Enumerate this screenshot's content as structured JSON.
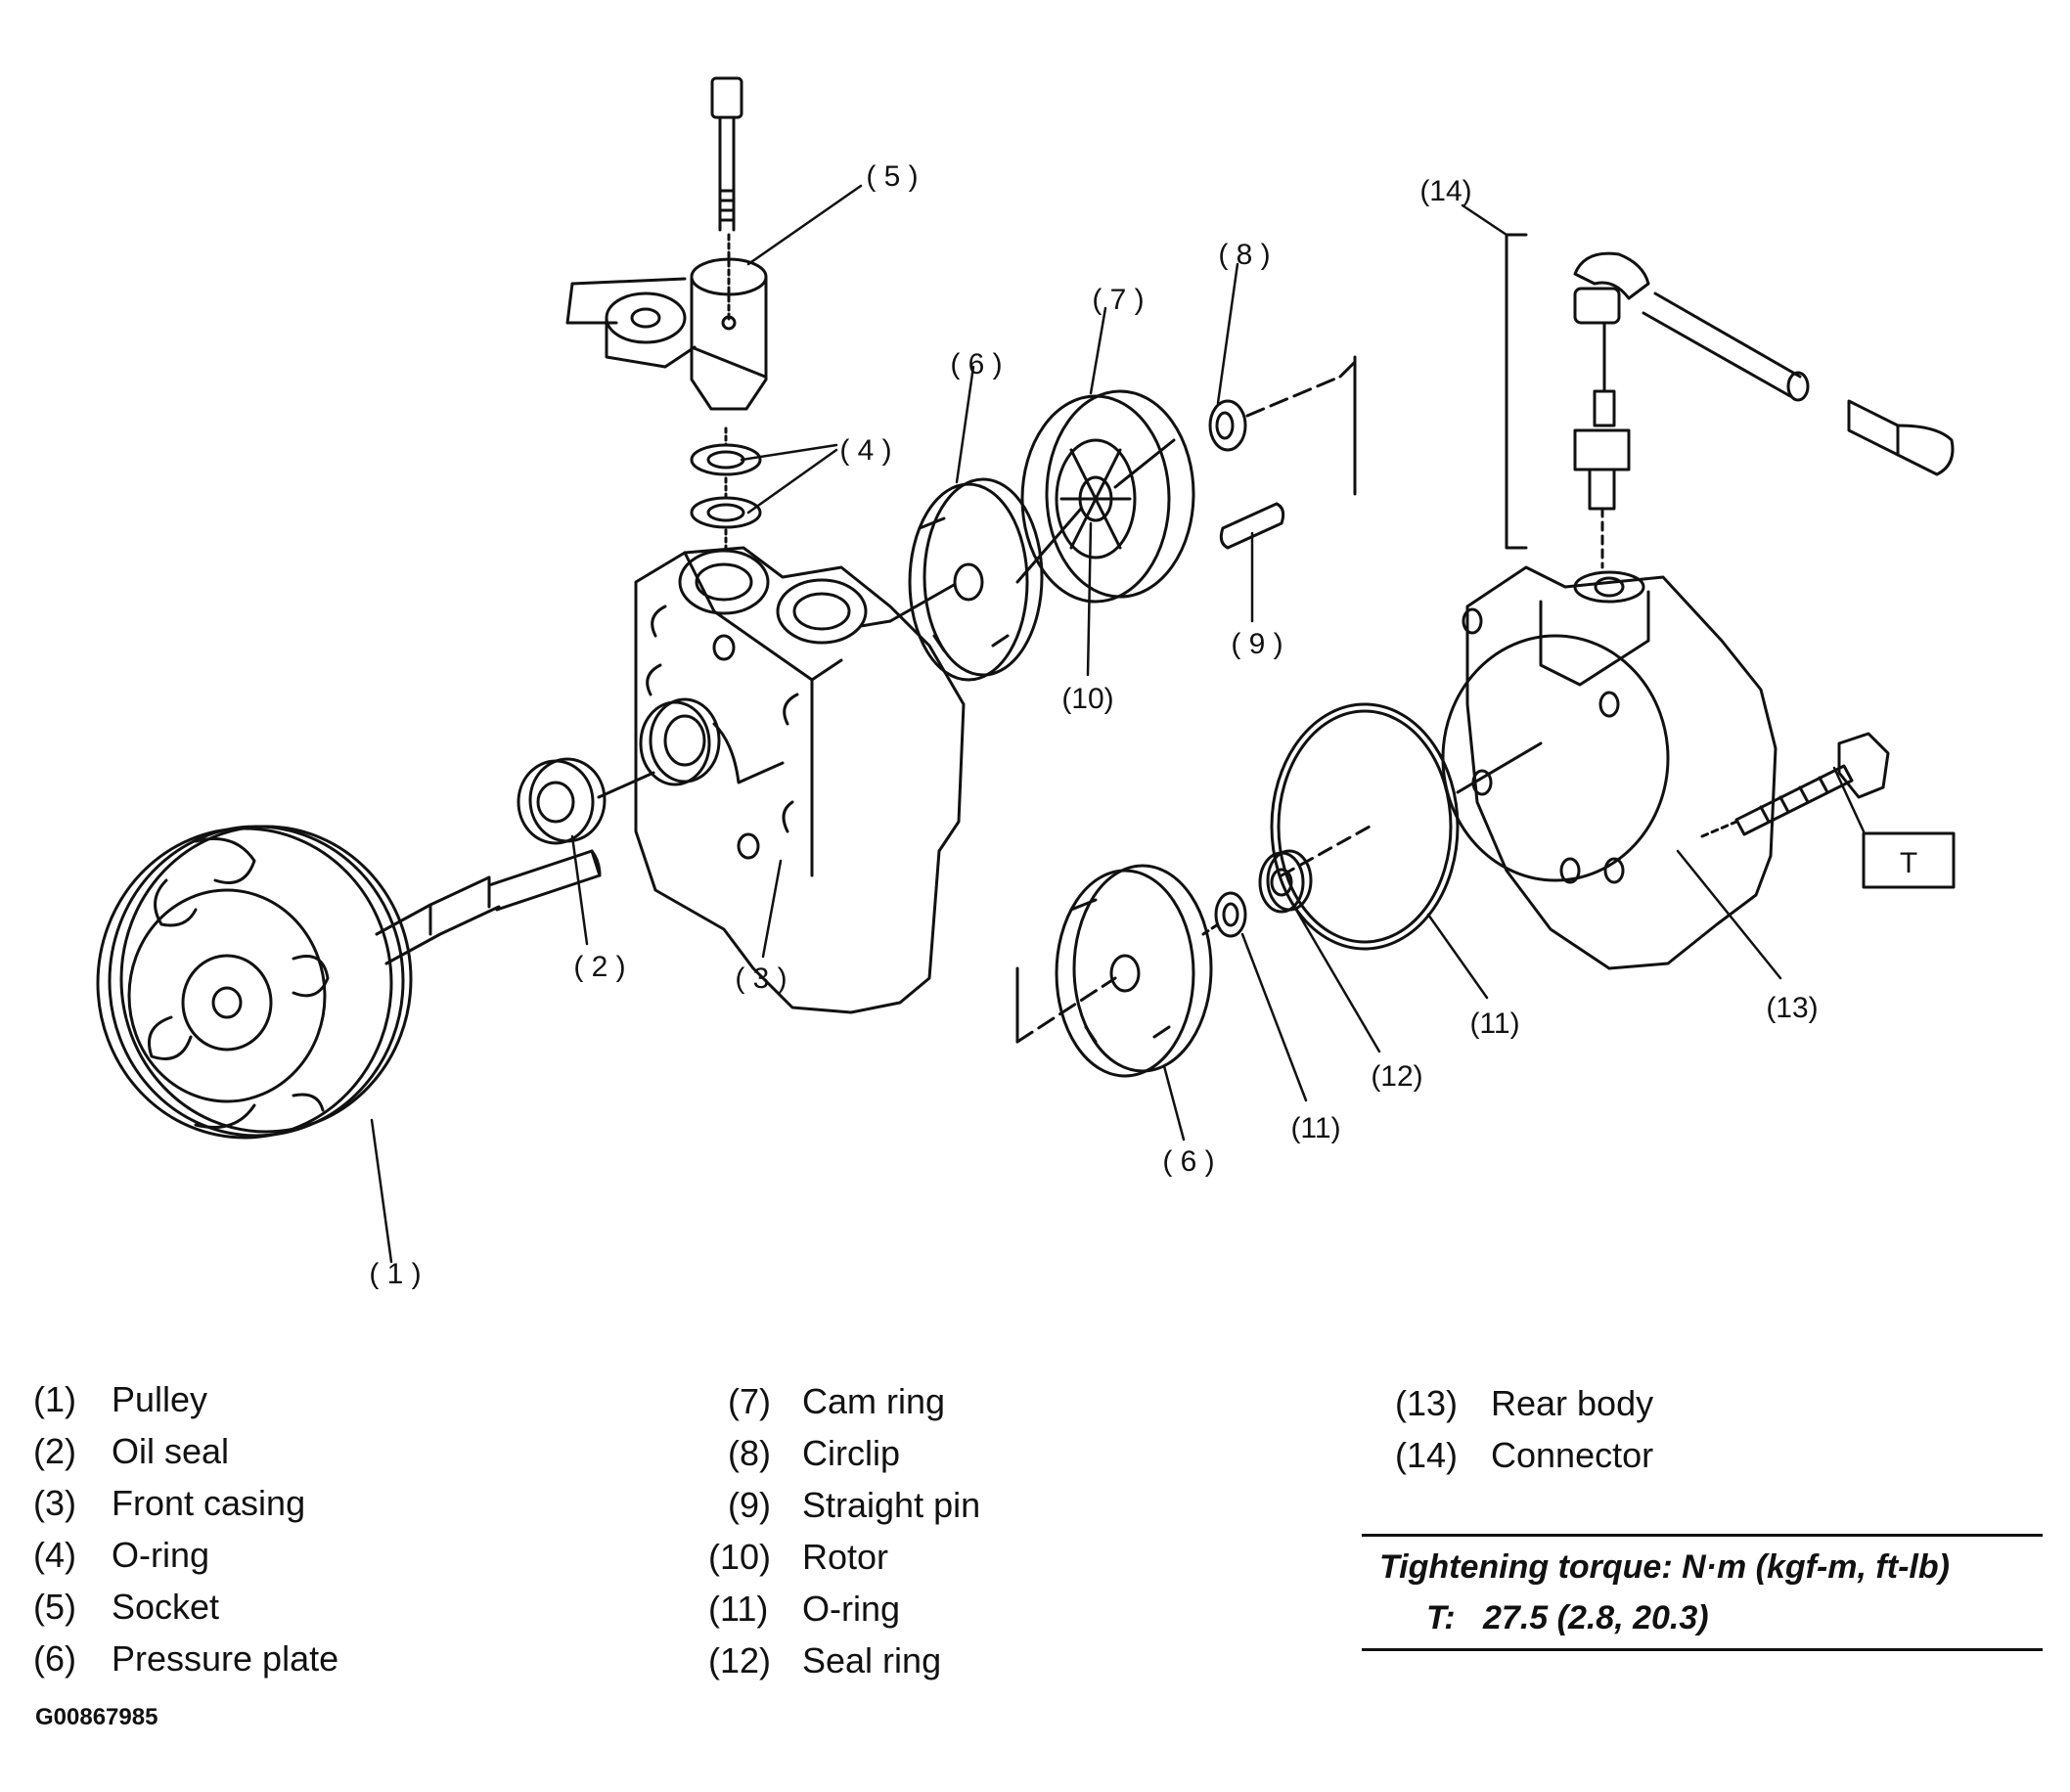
{
  "callouts": {
    "c1": "( 1 )",
    "c2": "( 2 )",
    "c3": "( 3 )",
    "c4": "( 4 )",
    "c5": "( 5 )",
    "c6a": "( 6 )",
    "c6b": "( 6 )",
    "c7": "( 7 )",
    "c8": "( 8 )",
    "c9": "( 9 )",
    "c10": "(10)",
    "c11a": "(11)",
    "c11b": "(11)",
    "c12": "(12)",
    "c13": "(13)",
    "c14": "(14)",
    "t": "T"
  },
  "legend": [
    {
      "num": "(1)",
      "name": "Pulley"
    },
    {
      "num": "(2)",
      "name": "Oil seal"
    },
    {
      "num": "(3)",
      "name": "Front casing"
    },
    {
      "num": "(4)",
      "name": "O-ring"
    },
    {
      "num": "(5)",
      "name": "Socket"
    },
    {
      "num": "(6)",
      "name": "Pressure plate"
    },
    {
      "num": "(7)",
      "name": "Cam ring"
    },
    {
      "num": "(8)",
      "name": "Circlip"
    },
    {
      "num": "(9)",
      "name": "Straight pin"
    },
    {
      "num": "(10)",
      "name": "Rotor"
    },
    {
      "num": "(11)",
      "name": "O-ring"
    },
    {
      "num": "(12)",
      "name": "Seal ring"
    },
    {
      "num": "(13)",
      "name": "Rear body"
    },
    {
      "num": "(14)",
      "name": "Connector"
    }
  ],
  "torque": {
    "title": "Tightening torque: N·m (kgf-m, ft-lb)",
    "label": "T:",
    "value": "27.5 (2.8, 20.3)"
  },
  "figure_id": "G00867985"
}
